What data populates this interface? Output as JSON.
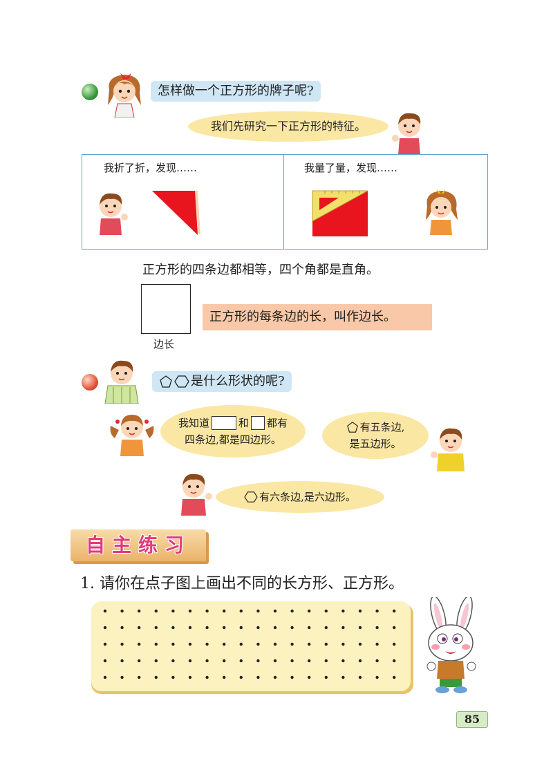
{
  "q1": {
    "text": "怎样做一个正方形的牌子呢?"
  },
  "q1_reply": {
    "text": "我们先研究一下正方形的特征。"
  },
  "fold": {
    "text": "我折了折，发现……"
  },
  "measure": {
    "text": "我量了量，发现……"
  },
  "property": {
    "text": "正方形的四条边都相等，四个角都是直角。"
  },
  "definition": {
    "text": "正方形的每条边的长，叫作边长。"
  },
  "side_label": {
    "text": "边长"
  },
  "q2": {
    "text": "是什么形状的呢?"
  },
  "girl2": {
    "p1": "我知道",
    "p2": "和",
    "p3": "都有",
    "line2": "四条边,都是四边形。"
  },
  "boy_penta": {
    "line1": "有五条边,",
    "line2": "是五边形。"
  },
  "boy_hexa": {
    "text": "有六条边,是六边形。"
  },
  "section": {
    "title": "自主练习"
  },
  "exercise1": {
    "text": "1. 请你在点子图上画出不同的长方形、正方形。"
  },
  "dot_grid": {
    "rows": 5,
    "cols": 18
  },
  "page_number": "85",
  "colors": {
    "accent_red": "#e8141e",
    "panel_border": "#5aa7d6",
    "bubble_blue": "#cfe6f5",
    "bubble_yellow": "#fbe7a4",
    "definition_bg": "#f8c8a8",
    "section_bg": "#f3c98a"
  }
}
